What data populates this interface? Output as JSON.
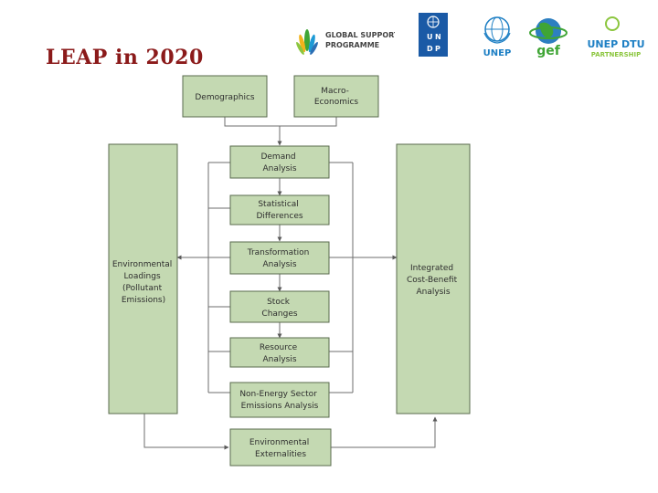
{
  "slide": {
    "title": "LEAP in 2020"
  },
  "logos": {
    "gsp_line1": "GLOBAL SUPPORT",
    "gsp_line2": "PROGRAMME",
    "undp_letters": [
      "U",
      "N",
      "D",
      "P"
    ],
    "unep": "UNEP",
    "gef": "gef",
    "dtu_line1": "UNEP DTU",
    "dtu_line2": "PARTNERSHIP"
  },
  "diagram": {
    "demographics": [
      "Demographics"
    ],
    "macro": [
      "Macro-",
      "Economics"
    ],
    "demand": [
      "Demand",
      "Analysis"
    ],
    "statistical": [
      "Statistical",
      "Differences"
    ],
    "transformation": [
      "Transformation",
      "Analysis"
    ],
    "stock": [
      "Stock",
      "Changes"
    ],
    "resource": [
      "Resource",
      "Analysis"
    ],
    "non_energy": [
      "Non-Energy Sector",
      "Emissions Analysis"
    ],
    "externalities": [
      "Environmental",
      "Externalities"
    ],
    "env_loadings": [
      "Environmental",
      "Loadings",
      "(Pollutant",
      "Emissions)"
    ],
    "cost_benefit": [
      "Integrated",
      "Cost-Benefit",
      "Analysis"
    ]
  },
  "colors": {
    "box_fill": "#c4d9b2",
    "box_stroke": "#5a6b4e",
    "line": "#6e6e6e",
    "title": "#8b1a1a",
    "undp_blue": "#1a5aa6",
    "gef_green": "#3fa535",
    "dtu_green": "#8cc63f"
  }
}
